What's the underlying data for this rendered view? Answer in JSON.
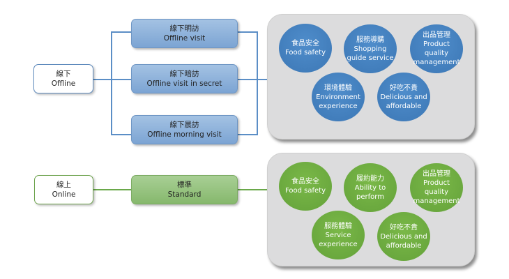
{
  "offline": {
    "root": {
      "zh": "線下",
      "en": "Offline"
    },
    "methods": [
      {
        "zh": "線下明訪",
        "en": "Offline visit"
      },
      {
        "zh": "線下暗訪",
        "en": "Offline visit in secret"
      },
      {
        "zh": "線下晨訪",
        "en": "Offline morning visit"
      }
    ],
    "criteria": [
      {
        "zh": "食品安全",
        "en": "Food safety"
      },
      {
        "zh": "服務導購",
        "en": "Shopping guide service"
      },
      {
        "zh": "出品管理",
        "en": "Product quality management"
      },
      {
        "zh": "環境體驗",
        "en": "Environment experience"
      },
      {
        "zh": "好吃不貴",
        "en": "Delicious and affordable"
      }
    ],
    "color": "#3f7ab8"
  },
  "online": {
    "root": {
      "zh": "線上",
      "en": "Online"
    },
    "methods": [
      {
        "zh": "標準",
        "en": "Standard"
      }
    ],
    "criteria": [
      {
        "zh": "食品安全",
        "en": "Food safety"
      },
      {
        "zh": "履約能力",
        "en": "Ability to perform"
      },
      {
        "zh": "出品管理",
        "en": "Product quality management"
      },
      {
        "zh": "服務體驗",
        "en": "Service experience"
      },
      {
        "zh": "好吃不貴",
        "en": "Delicious and affordable"
      }
    ],
    "color": "#67a53d"
  }
}
